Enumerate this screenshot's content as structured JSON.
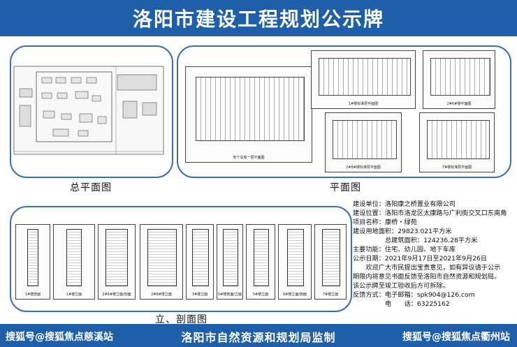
{
  "header": {
    "title": "洛阳市建设工程规划公示牌"
  },
  "sections": {
    "site_plan": {
      "caption": "总平面图"
    },
    "floor_plans": {
      "caption": "平面图",
      "sheets": [
        "地下车库一层平面图",
        "1#楼标准层平面图",
        "2#6#楼平面图",
        "2#8#楼标准层平面图",
        "7#楼标准层平面图"
      ]
    },
    "elevations": {
      "caption": "立、剖面图",
      "sheets": [
        "1#楼剖面",
        "1#楼立面",
        "2#6#楼立面/剖面",
        "2#8#楼立面",
        "3#楼立面",
        "5#楼剖面/立面",
        "5#楼立面",
        "6#楼立面/剖面",
        "7#楼立面"
      ]
    }
  },
  "info": {
    "builder": "建设单位：洛阳康之桥置业有限公司",
    "location": "建设位置：洛阳市洛龙区太康路与广利街交叉口东南角",
    "project": "项目名称：康桥・绿苑",
    "land_area": "建设用地面积：29823.021平方米",
    "total_area": "总建筑面积：124236.28平方米",
    "function": "主要功能：住宅、幼儿园、地下车库",
    "period": "公示日期：2021年9月17日至2021年9月26日",
    "notice1": "欢迎广大市民提出宝贵意见，如有异议请于公示",
    "notice2": "期限内将意见书面反馈至洛阳市自然资源和规划局。",
    "notice3": "该公示牌至竣工验收后方可拆除。",
    "email": "反馈方式：电子邮箱：spk904@126.com",
    "phone": "电　　话：63225162"
  },
  "footer": {
    "authority": "洛阳市自然资源和规划局监制",
    "watermark_left": "搜狐号@搜狐焦点慈溪站",
    "watermark_right": "搜狐号@搜狐焦点衢州站"
  },
  "colors": {
    "brand_blue": "#1f5ea8",
    "panel_border": "#3b6fb4"
  }
}
